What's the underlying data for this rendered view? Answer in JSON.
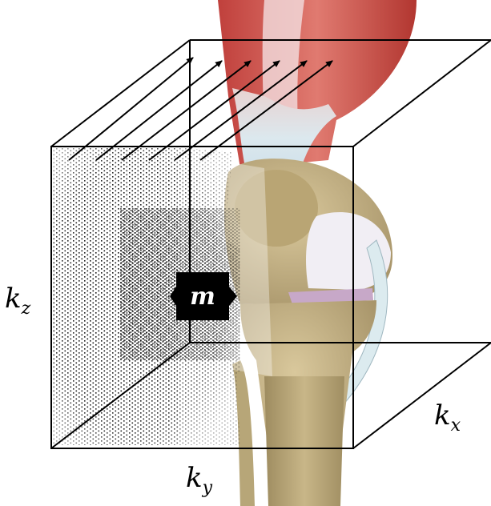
{
  "axes": {
    "kz": {
      "symbol": "k",
      "subscript": "z"
    },
    "kx": {
      "symbol": "k",
      "subscript": "x"
    },
    "ky": {
      "symbol": "k",
      "subscript": "y"
    }
  },
  "center_label": "m",
  "illustration": {
    "subject": "knee-joint-anatomy",
    "muscle_color": "#c8504a",
    "tendon_color": "#d8e6ee",
    "bone_color": "#c9b68a",
    "cartilage_color": "#ece8f0",
    "meniscus_color": "#c7a8c8"
  }
}
